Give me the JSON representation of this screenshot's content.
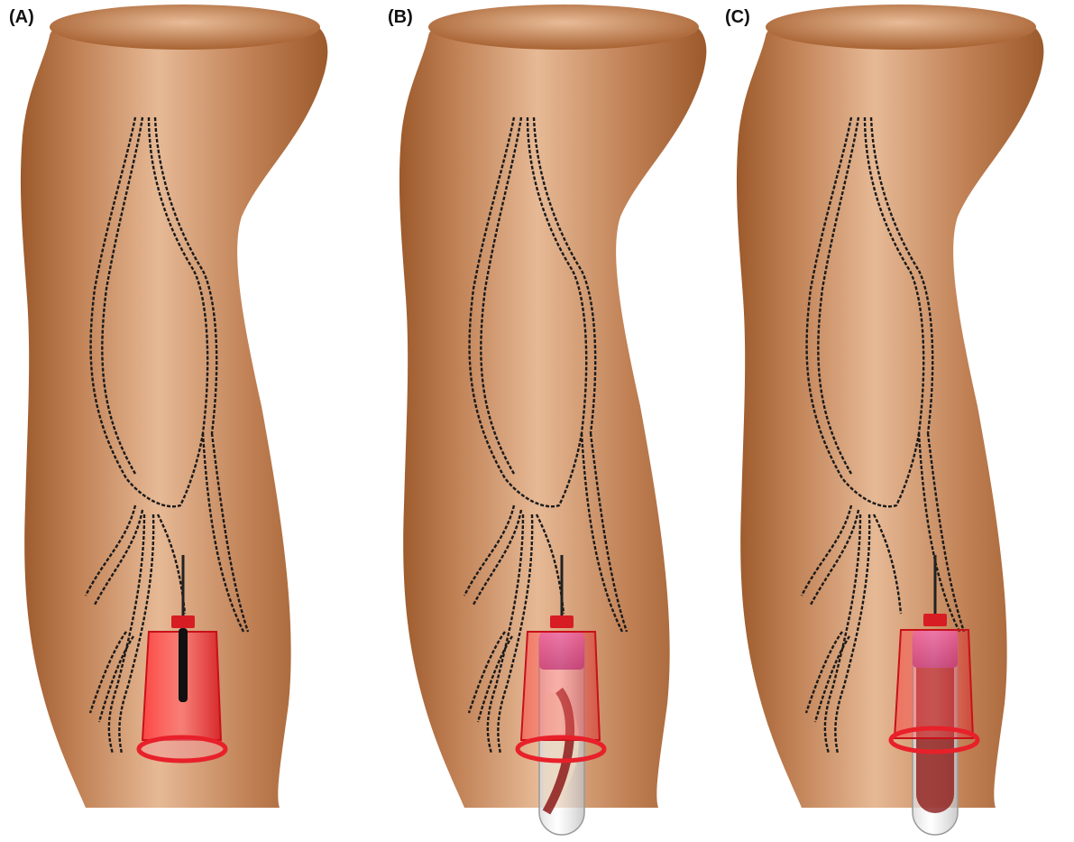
{
  "panels": [
    {
      "label": "(A)",
      "stage": "holder-only"
    },
    {
      "label": "(B)",
      "stage": "tube-filling"
    },
    {
      "label": "(C)",
      "stage": "tube-filled"
    }
  ],
  "colors": {
    "skin_light": "#e6b995",
    "skin_dark": "#9c5a2c",
    "vein_dash": "#1a1a1a",
    "holder_red": "#e8202a",
    "blood": "#8c1a1a",
    "tube_cap": "#c46ab8"
  },
  "icons": [
    "arm-icon",
    "vein-icon",
    "needle-icon",
    "tube-holder-icon",
    "vacuum-tube-icon"
  ]
}
